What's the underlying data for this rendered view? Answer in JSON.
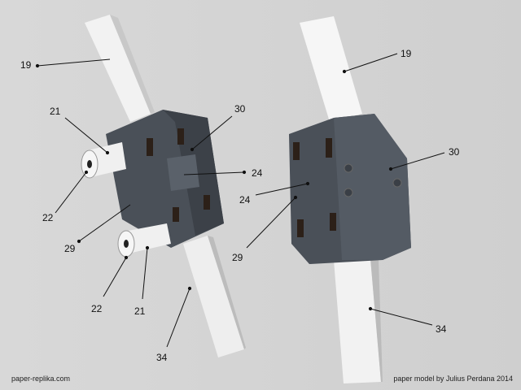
{
  "labels_left": {
    "p19": "19",
    "p21a": "21",
    "p30": "30",
    "p24": "24",
    "p22a": "22",
    "p29": "29",
    "p22b": "22",
    "p21b": "21",
    "p34": "34"
  },
  "labels_right": {
    "p19": "19",
    "p30": "30",
    "p24": "24",
    "p29": "29",
    "p34": "34"
  },
  "footer": {
    "site": "paper-replika.com",
    "credit": "paper model by Julius Perdana 2014"
  },
  "colors": {
    "body": "#4a5058",
    "stick": "#ececec",
    "bg": "#d4d4d4"
  }
}
